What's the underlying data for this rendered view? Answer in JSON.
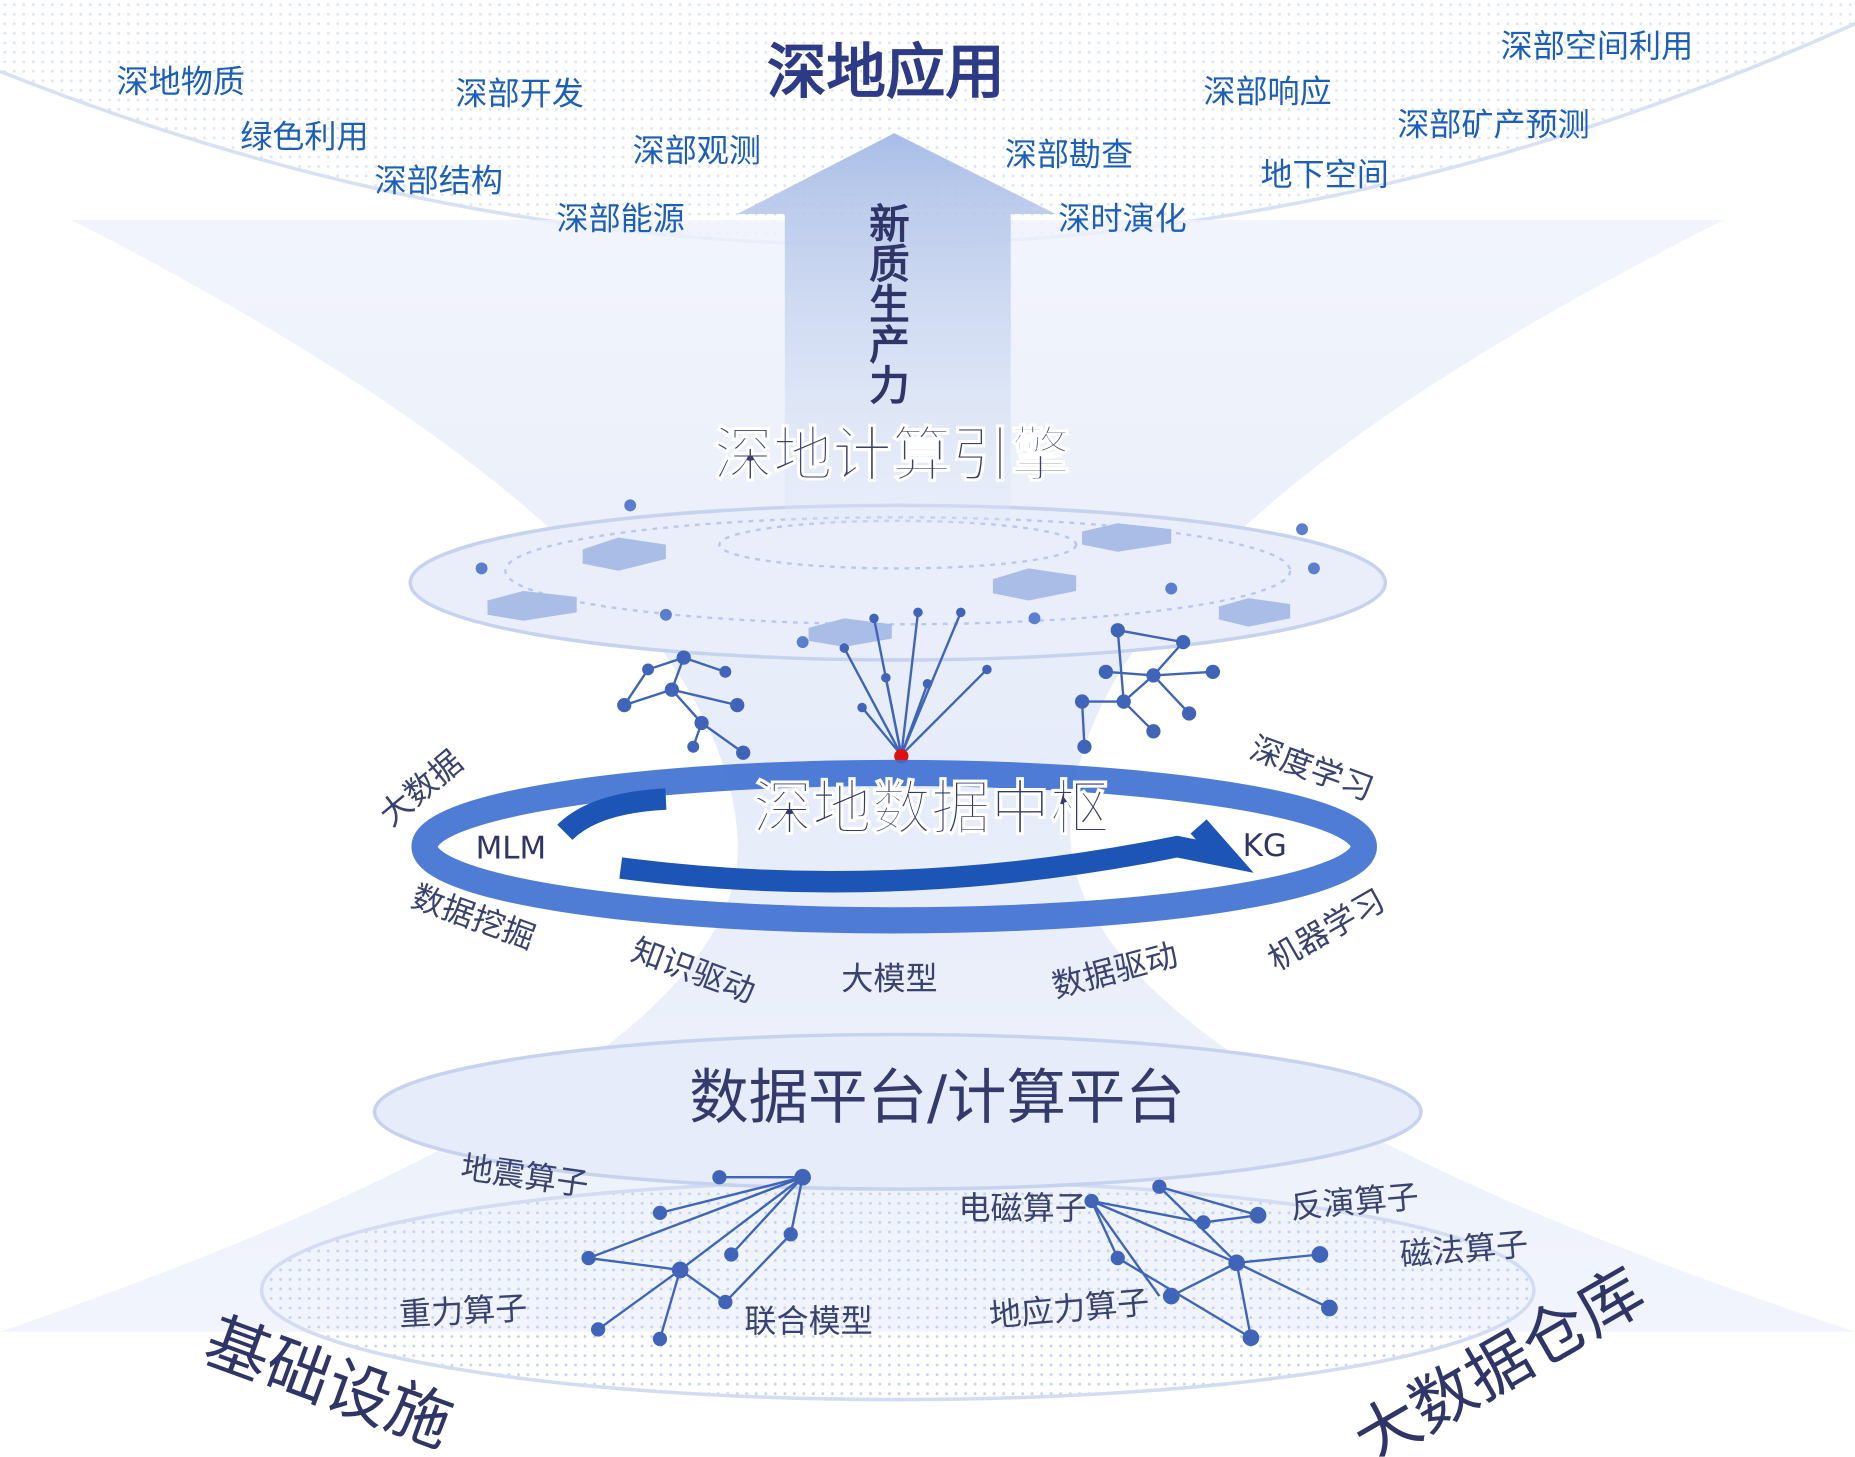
{
  "top": {
    "title": "深地应用",
    "items": [
      "深地物质",
      "深部开发",
      "深部空间利用",
      "深部响应",
      "绿色利用",
      "深部观测",
      "深部勘查",
      "深部矿产预测",
      "深部结构",
      "地下空间",
      "深部能源",
      "深时演化"
    ]
  },
  "arrow_label": [
    "新",
    "质",
    "生",
    "产",
    "力"
  ],
  "engine": {
    "title": "深地计算引擎"
  },
  "hub": {
    "title": "深地数据中枢",
    "left_tag": "MLM",
    "right_tag": "KG",
    "around": [
      "大数据",
      "深度学习",
      "数据挖掘",
      "机器学习",
      "知识驱动",
      "大模型",
      "数据驱动"
    ]
  },
  "platform": {
    "title": "数据平台/计算平台"
  },
  "operators": [
    "地震算子",
    "电磁算子",
    "反演算子",
    "磁法算子",
    "重力算子",
    "联合模型",
    "地应力算子"
  ],
  "bottom": {
    "left": "基础设施",
    "right": "大数据仓库"
  },
  "colors": {
    "text_blue": "#1d5fb8",
    "title": "#2d3a86",
    "ring": "#3c6fd0"
  }
}
